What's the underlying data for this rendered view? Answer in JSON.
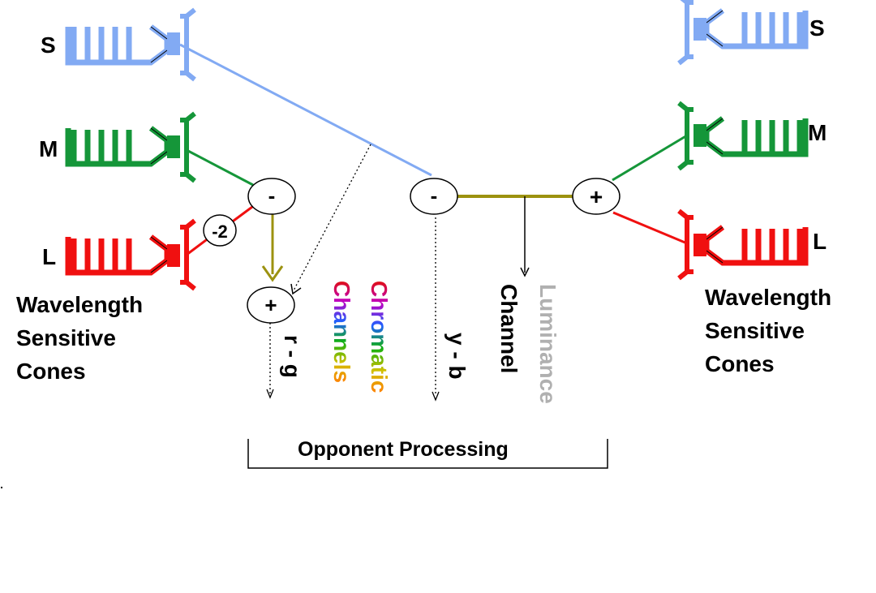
{
  "left_cones": {
    "s_label": "S",
    "m_label": "M",
    "l_label": "L",
    "caption": [
      "Wavelength",
      "Sensitive",
      "Cones"
    ]
  },
  "right_cones": {
    "s_label": "S",
    "m_label": "M",
    "l_label": "L",
    "caption": [
      "Wavelength",
      "Sensitive",
      "Cones"
    ]
  },
  "nodes": {
    "rg_subtract": "-",
    "rg_weight": "-2",
    "rg_sum": "+",
    "yb_subtract": "-",
    "lum_sum": "+"
  },
  "outputs": {
    "rg": "r - g",
    "yb": "y - b",
    "chromatic_line1": "Chromatic",
    "chromatic_line2": "Channels",
    "luminance_line1": "Luminance",
    "luminance_line2": "Channel"
  },
  "box_label": "Opponent Processing",
  "colors": {
    "s_cone": "#82aaf3",
    "m_cone": "#159639",
    "l_cone": "#f01010",
    "luminance_wire": "#9c9210",
    "s_wire": "#82aaf3"
  }
}
